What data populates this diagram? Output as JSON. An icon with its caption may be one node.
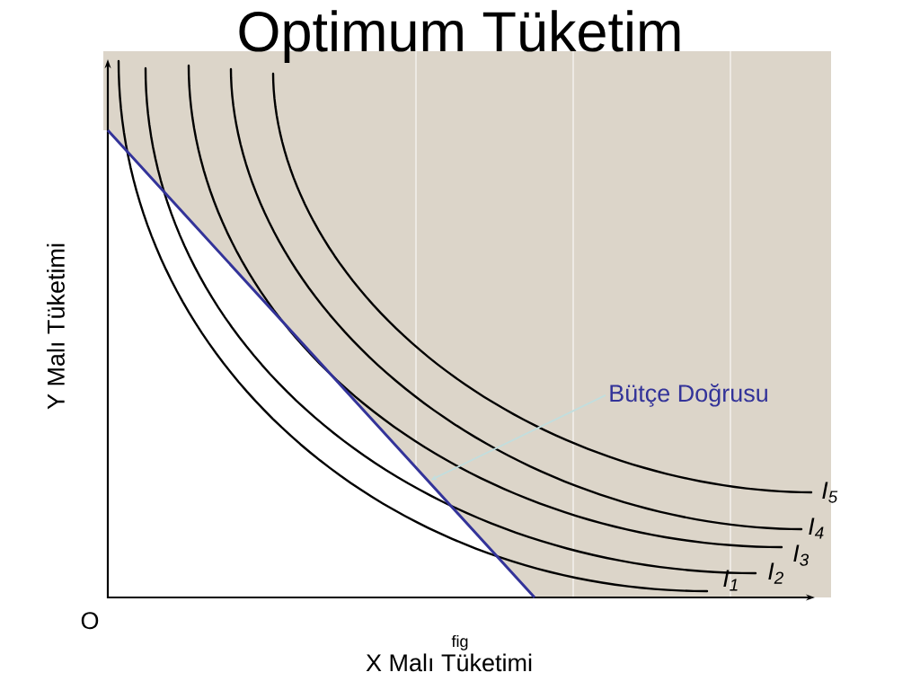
{
  "diagram": {
    "title": "Optimum Tüketim",
    "nodes": [
      {
        "text": [
          "Bütçe Doğrusu"
        ]
      },
      {
        "text": [],
        "shape": "line"
      }
    ],
    "edges": [
      {
        "from": 0,
        "to": 1,
        "arrow": "to",
        "color": "#c2dede"
      }
    ],
    "labels": [
      "Y Malı Tüketimi",
      "I$_{5}$",
      "I$_{4}$",
      "I$_{3}$",
      "I$_{2}$",
      "I$_{1}$",
      "O",
      "fig",
      "X Malı Tüketimi"
    ]
  }
}
